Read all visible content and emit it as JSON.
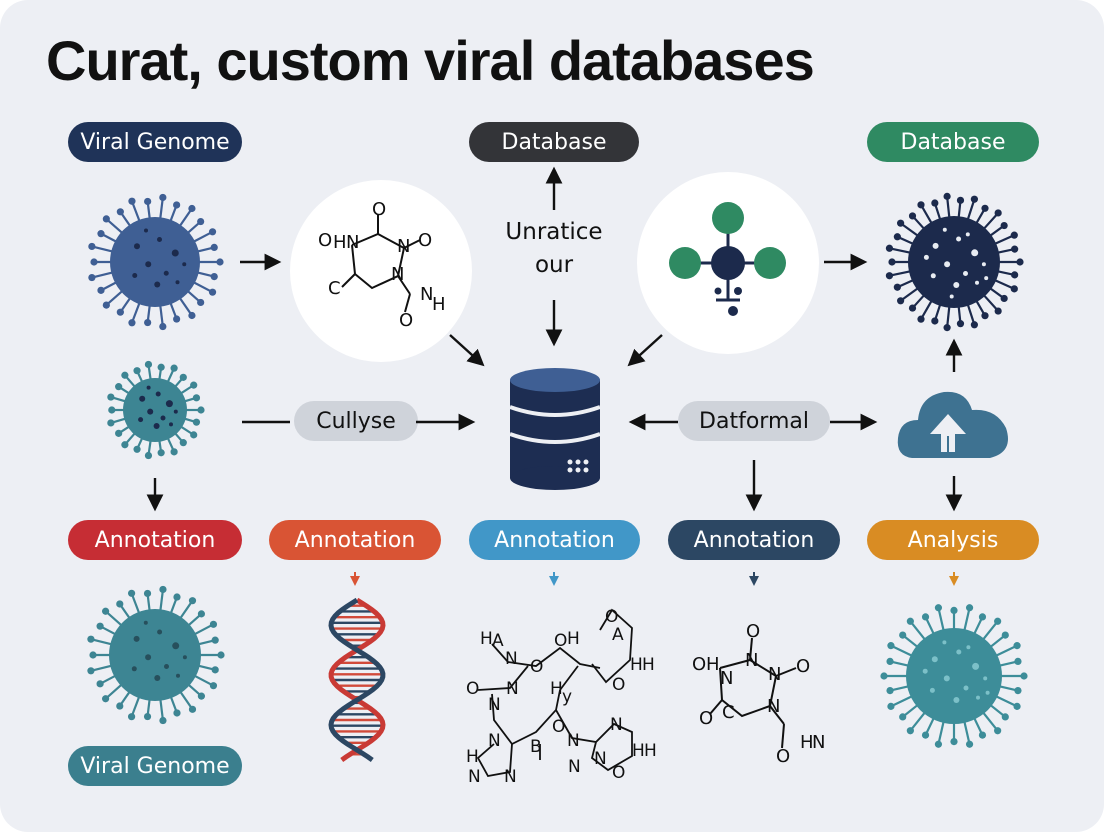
{
  "title": "Curat, custom viral databases",
  "top_labels": {
    "viral_genome": "Viral Genome",
    "database_center": "Database",
    "database_right": "Database"
  },
  "center_text": {
    "line1": "Unratice",
    "line2": "our"
  },
  "mid_labels": {
    "left": "Cullyse",
    "right": "Datformal"
  },
  "annotation_labels": [
    {
      "text": "Annotation",
      "color": "#c62d34"
    },
    {
      "text": "Annotation",
      "color": "#d95434"
    },
    {
      "text": "Annotation",
      "color": "#4197c8"
    },
    {
      "text": "Annotation",
      "color": "#2c4763"
    },
    {
      "text": "Analysis",
      "color": "#d98c23"
    }
  ],
  "bottom_label": "Viral Genome",
  "molecule_left_labels": [
    "O",
    "H",
    "N",
    "N",
    "O",
    "C",
    "O",
    "N",
    "H",
    "O"
  ],
  "molecule_bottom_right_labels": [
    "O",
    "O",
    "H",
    "N",
    "N",
    "O",
    "O",
    "C",
    "N",
    "O",
    "H",
    "N"
  ],
  "molecule_bottom_center_labels": [
    "H",
    "A",
    "N",
    "O",
    "H",
    "O",
    "A",
    "H",
    "H",
    "O",
    "N",
    "O",
    "H",
    "H",
    "y",
    "N",
    "O",
    "N",
    "N",
    "H",
    "B",
    "H",
    "N",
    "N",
    "N",
    "O",
    "H"
  ],
  "colors": {
    "navy": "#1f3358",
    "dark_gray": "#333438",
    "green": "#2f8a62",
    "teal": "#3b7f8e",
    "virus_blue": "#3f5f94",
    "virus_teal": "#3d8593",
    "virus_dark": "#1c2a4c",
    "db_navy": "#1d2d52",
    "cloud": "#3e7291"
  }
}
